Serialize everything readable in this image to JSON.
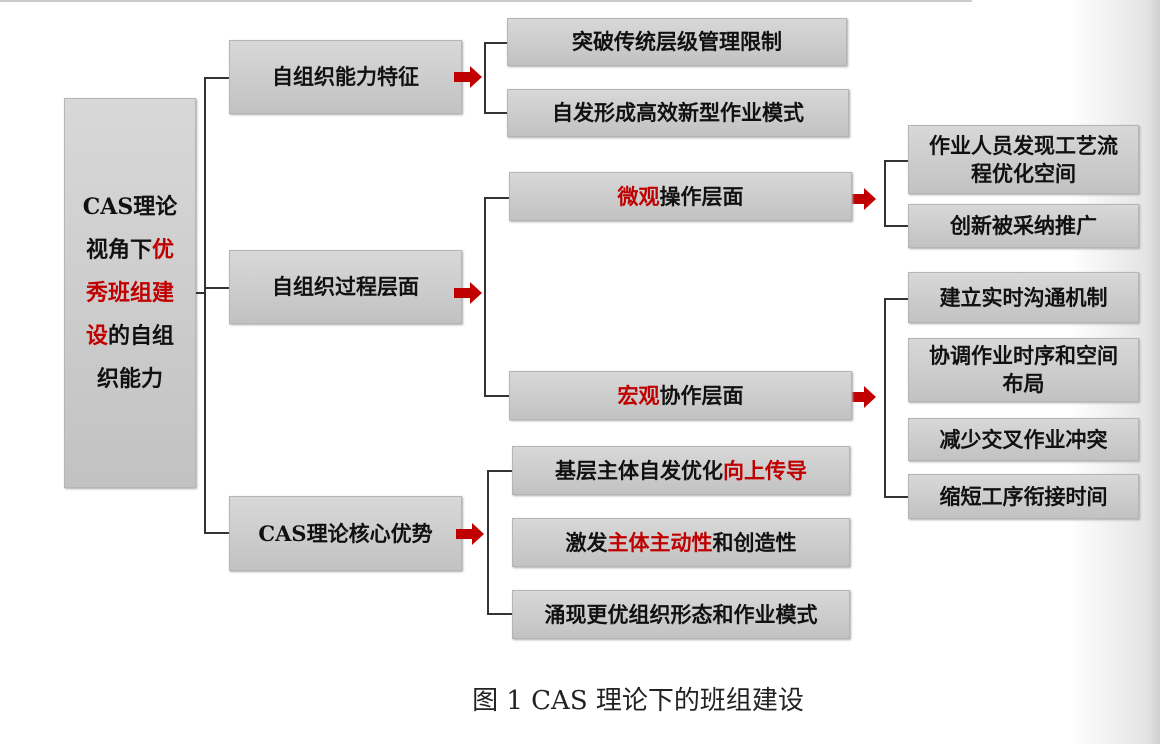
{
  "root": {
    "lines": [
      "CAS理论",
      "视角下",
      "优",
      "秀班组建",
      "设",
      "的自组",
      "织能力"
    ]
  },
  "level1": [
    "自组织能力特征",
    "自组织过程层面",
    "CAS理论核心优势"
  ],
  "features": [
    "突破传统层级管理限制",
    "自发形成高效新型作业模式"
  ],
  "process": {
    "micro": {
      "red": "微观",
      "rest": "操作层面",
      "items": [
        "作业人员发现工艺流程优化空间",
        "创新被采纳推广"
      ]
    },
    "macro": {
      "red": "宏观",
      "rest": "协作层面",
      "items": [
        "建立实时沟通机制",
        "协调作业时序和空间布局",
        "减少交叉作业冲突",
        "缩短工序衔接时间"
      ]
    }
  },
  "advantages": {
    "a1": {
      "pre": "基层主体自发优化",
      "red": "向上传导"
    },
    "a2": {
      "pre": "激发",
      "red": "主体主动性",
      "post": "和创造性"
    },
    "a3": "涌现更优组织形态和作业模式"
  },
  "caption": "图 1 CAS 理论下的班组建设",
  "colors": {
    "accent": "#c00000",
    "box": "#cfcfcf"
  }
}
